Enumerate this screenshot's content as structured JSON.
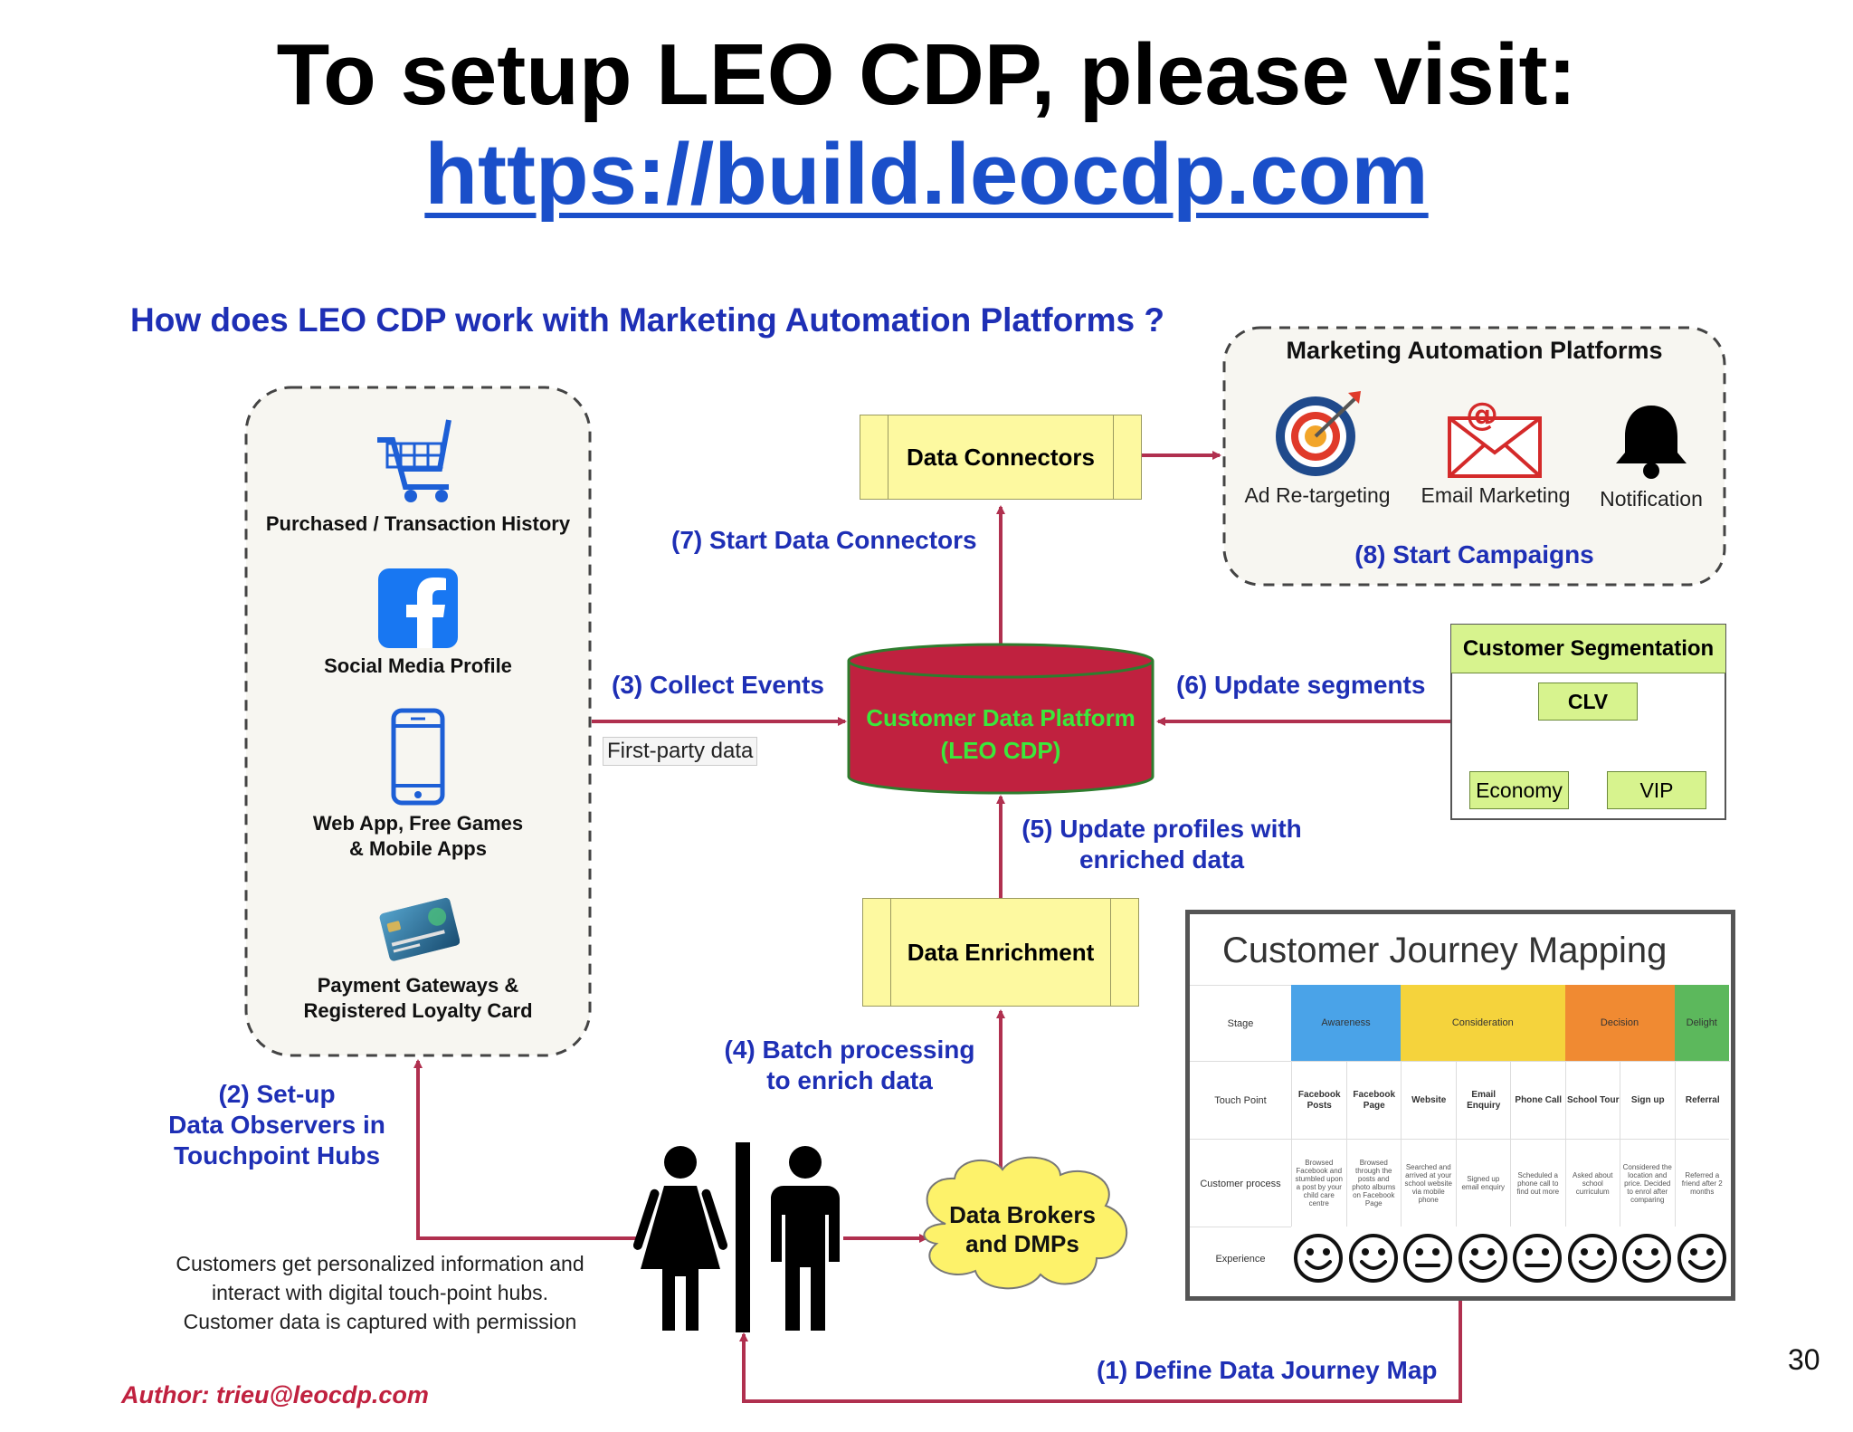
{
  "header": {
    "title": "To setup LEO CDP, please visit:",
    "url": "https://build.leocdp.com"
  },
  "diagram": {
    "heading": "How does LEO CDP work with Marketing Automation Platforms ?",
    "touchpoints": {
      "purchase": "Purchased / Transaction History",
      "social": "Social Media Profile",
      "webapp_line1": "Web App, Free Games",
      "webapp_line2": "& Mobile Apps",
      "payment_line1": "Payment Gateways &",
      "payment_line2": "Registered Loyalty Card"
    },
    "map": {
      "title": "Marketing Automation Platforms",
      "ad": "Ad Re-targeting",
      "email": "Email Marketing",
      "notification": "Notification",
      "step8": "(8) Start Campaigns"
    },
    "data_connectors": "Data Connectors",
    "step7": "(7) Start Data Connectors",
    "step3": "(3) Collect Events",
    "first_party": "First-party data",
    "cdp_line1": "Customer Data Platform",
    "cdp_line2": "(LEO CDP)",
    "step6": "(6) Update segments",
    "segmentation": {
      "title": "Customer Segmentation",
      "clv": "CLV",
      "economy": "Economy",
      "vip": "VIP"
    },
    "step5_line1": "(5) Update profiles with",
    "step5_line2": "enriched data",
    "data_enrichment": "Data Enrichment",
    "step4_line1": "(4) Batch processing",
    "step4_line2": "to enrich data",
    "step2_line1": "(2) Set-up",
    "step2_line2": "Data Observers in",
    "step2_line3": "Touchpoint Hubs",
    "data_brokers_line1": "Data Brokers",
    "data_brokers_line2": "and DMPs",
    "customers_line1": "Customers get personalized information and",
    "customers_line2": "interact with digital touch-point hubs.",
    "customers_line3": "Customer data is captured with permission",
    "step1": "(1) Define Data Journey Map",
    "author": "Author: trieu@leocdp.com",
    "journey": {
      "title": "Customer Journey Mapping",
      "row_labels": [
        "Stage",
        "Touch Point",
        "Customer process",
        "Experience"
      ],
      "stages": [
        {
          "name": "Awareness",
          "color": "#4aa3e8"
        },
        {
          "name": "Consideration",
          "color": "#f5d33c"
        },
        {
          "name": "Decision",
          "color": "#f08a32"
        },
        {
          "name": "Delight",
          "color": "#5cb85c"
        }
      ],
      "touchpoints": [
        "Facebook Posts",
        "Facebook Page",
        "Website",
        "Email Enquiry",
        "Phone Call",
        "School Tour",
        "Sign up",
        "Referral"
      ],
      "processes": [
        "Browsed Facebook and stumbled upon a post by your child care centre",
        "Browsed through the posts and photo albums on Facebook Page",
        "Searched and arrived at your school website via mobile phone",
        "Signed up email enquiry",
        "Scheduled a phone call to find out more",
        "Asked about school curriculum",
        "Considered the location and price. Decided to enrol after comparing",
        "Referred a friend after 2 months"
      ]
    }
  },
  "page_number": "30",
  "colors": {
    "arrow": "#b0304f",
    "blue_text": "#1e2fb5",
    "cdp_fill": "#c0213f",
    "cdp_text": "#3be83b"
  }
}
